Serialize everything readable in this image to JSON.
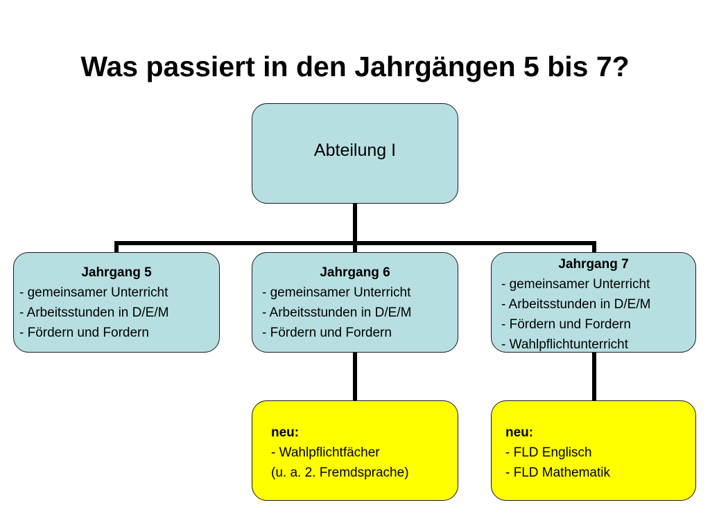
{
  "title": "Was passiert in den Jahrgängen 5 bis 7?",
  "root": {
    "label": "Abteilung I"
  },
  "jahrgaenge": [
    {
      "heading": "Jahrgang 5",
      "items": [
        "- gemeinsamer Unterricht",
        "- Arbeitsstunden in D/E/M",
        "- Fördern und Fordern"
      ]
    },
    {
      "heading": "Jahrgang 6",
      "items": [
        "- gemeinsamer Unterricht",
        "- Arbeitsstunden in D/E/M",
        "- Fördern und Fordern"
      ]
    },
    {
      "heading": "Jahrgang 7",
      "items": [
        "- gemeinsamer Unterricht",
        "- Arbeitsstunden in D/E/M",
        "- Fördern und Fordern",
        "- Wahlpflichtunterricht"
      ]
    }
  ],
  "neu": [
    {
      "heading": "neu:",
      "items": [
        "- Wahlpflichtfächer",
        "(u. a.  2. Fremdsprache)"
      ]
    },
    {
      "heading": "neu:",
      "items": [
        "- FLD Englisch",
        "- FLD Mathematik"
      ]
    }
  ],
  "colors": {
    "blue_box": "#b7dfe1",
    "yellow_box": "#ffff00",
    "connector": "#000000"
  }
}
